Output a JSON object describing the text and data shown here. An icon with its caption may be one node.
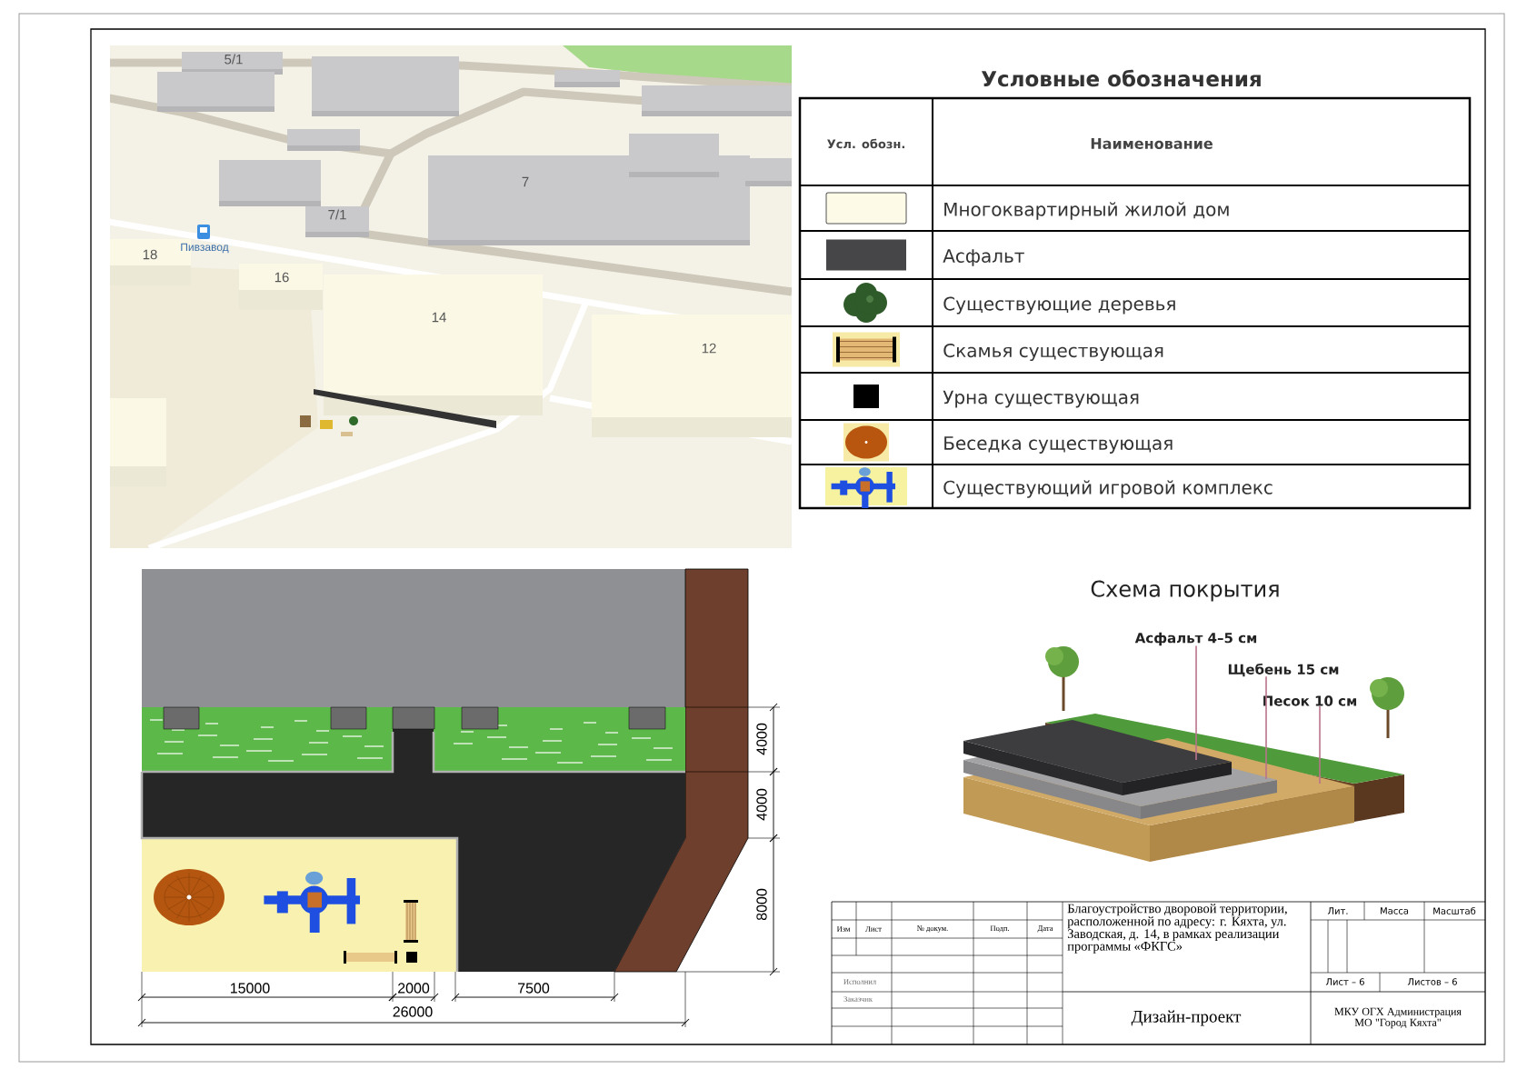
{
  "diagram": {
    "nodes": [
      {
        "text": [
          "Асфальт 4–5 см"
        ]
      },
      {
        "text": [
          "Щебень 15 см"
        ]
      },
      {
        "text": [
          "Песок 10 см"
        ]
      }
    ],
    "edges": [
      {
        "from": 0,
        "to": null,
        "arrow": "none"
      },
      {
        "from": 1,
        "to": null,
        "arrow": "none"
      },
      {
        "from": 2,
        "to": null,
        "arrow": "none"
      }
    ],
    "labels": [
      "5/1",
      "7",
      "7/1",
      "Пивзавод",
      "18",
      "16",
      "14",
      "12",
      "Условные обозначения",
      "Усл. обозн.",
      "Наименование",
      "Схема покрытия",
      "4000",
      "4000",
      "8000",
      "15000",
      "2000",
      "7500",
      "26000",
      "Благоустройство дворовой территории, расположенной по адресу: г. Кяхта, ул. Заводская, д. 14, в рамках реализации программы «ФКГС»",
      "Лит.",
      "Масса",
      "Масштаб",
      "Изм",
      "Лист",
      "№ докум.",
      "Подп.",
      "Дата",
      "Исполнил",
      "Лист – 6",
      "Листов – 6",
      "Заказчик",
      "Дизайн-проект",
      "МКУ ОГХ Администрация МО \"Город Кяхта\""
    ],
    "legend": [
      {
        "text": "Многоквартирный жилой дом",
        "color": "#fdfae8"
      },
      {
        "text": "Асфальт",
        "color": "#464648"
      },
      {
        "text": "Существующие деревья"
      },
      {
        "text": "Скамья существующая"
      },
      {
        "text": "Урна существующая"
      },
      {
        "text": "Беседка существующая"
      },
      {
        "text": "Существующий игровой комплекс"
      }
    ]
  }
}
